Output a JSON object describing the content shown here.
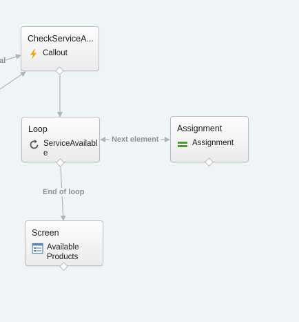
{
  "nodes": {
    "check_service": {
      "title": "CheckServiceA...",
      "subtitle": "Callout",
      "icon": "lightning-bolt-icon"
    },
    "loop": {
      "title": "Loop",
      "subtitle": "ServiceAvailabl\ne",
      "icon": "loop-arrow-icon"
    },
    "assignment": {
      "title": "Assignment",
      "subtitle": "Assignment",
      "icon": "assignment-bars-icon"
    },
    "screen": {
      "title": "Screen",
      "subtitle": "Available\nProducts",
      "icon": "screen-window-icon"
    }
  },
  "connectors": {
    "incoming_partial": "al",
    "next_element": "Next element",
    "end_of_loop": "End of loop"
  },
  "colors": {
    "canvas": "#eff4f7",
    "connector_line": "#b0b4b8",
    "connector_label": "#8d9195",
    "callout_icon": "#f2a30f",
    "assignment_icon": "#4a9a3b",
    "screen_icon": "#5b87b3",
    "loop_icon": "#555555"
  }
}
